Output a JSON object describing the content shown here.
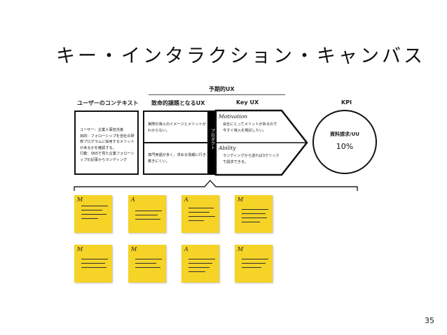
{
  "slide": {
    "title": "キー・インタラクション・キャンバス",
    "page_number": "35"
  },
  "canvas": {
    "header_top": "予期的UX",
    "columns": {
      "user_context": "ユーザーのコンテキスト",
      "pain": "致命的課題となるUX",
      "key_ux": "Key UX",
      "kpi": "KPI"
    },
    "user_context_lines": [
      "ユーザー：企業人事担当者",
      "目的：フォローシップを自社の研",
      "修プログラムに採用するメリット",
      "があるかを確認する。",
      "行動：SNSで見た企業フォローシ",
      "ップの記事からランディング"
    ],
    "pain_top_lines": [
      "実際の導入のイメージとメリットが",
      "わからない。"
    ],
    "pain_bottom_lines": [
      "専門用語が多く、求める情報に行き",
      "着きにくい。"
    ],
    "product_label": "プロダクト",
    "motivation_label": "Motivation",
    "motivation_lines": [
      "会社にとってメリットがあるので",
      "今すぐ導入を検討したい。"
    ],
    "ability_label": "Ability",
    "ability_lines": [
      "ランディングから送れば3クリック",
      "で請求できる。"
    ],
    "kpi_metric": "資料請求/UU",
    "kpi_value": "10%"
  },
  "notes_row1": [
    "M",
    "A",
    "A",
    "M"
  ],
  "notes_row2": [
    "M",
    "M",
    "A",
    "M"
  ]
}
